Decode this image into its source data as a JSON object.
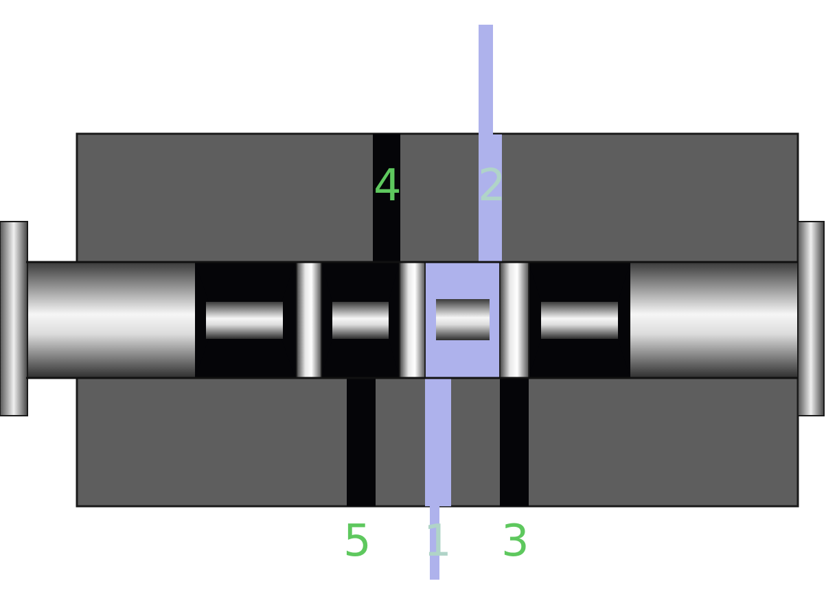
{
  "diagram": {
    "ports": [
      {
        "id": "port-1",
        "label": "1"
      },
      {
        "id": "port-2",
        "label": "2"
      },
      {
        "id": "port-3",
        "label": "3"
      },
      {
        "id": "port-4",
        "label": "4"
      },
      {
        "id": "port-5",
        "label": "5"
      }
    ],
    "colors": {
      "body": "#5e5e5e",
      "channel": "#050508",
      "flow": "#aeb2ec",
      "label_green": "#5ec85e",
      "label_pale": "#b0d4c8"
    }
  }
}
